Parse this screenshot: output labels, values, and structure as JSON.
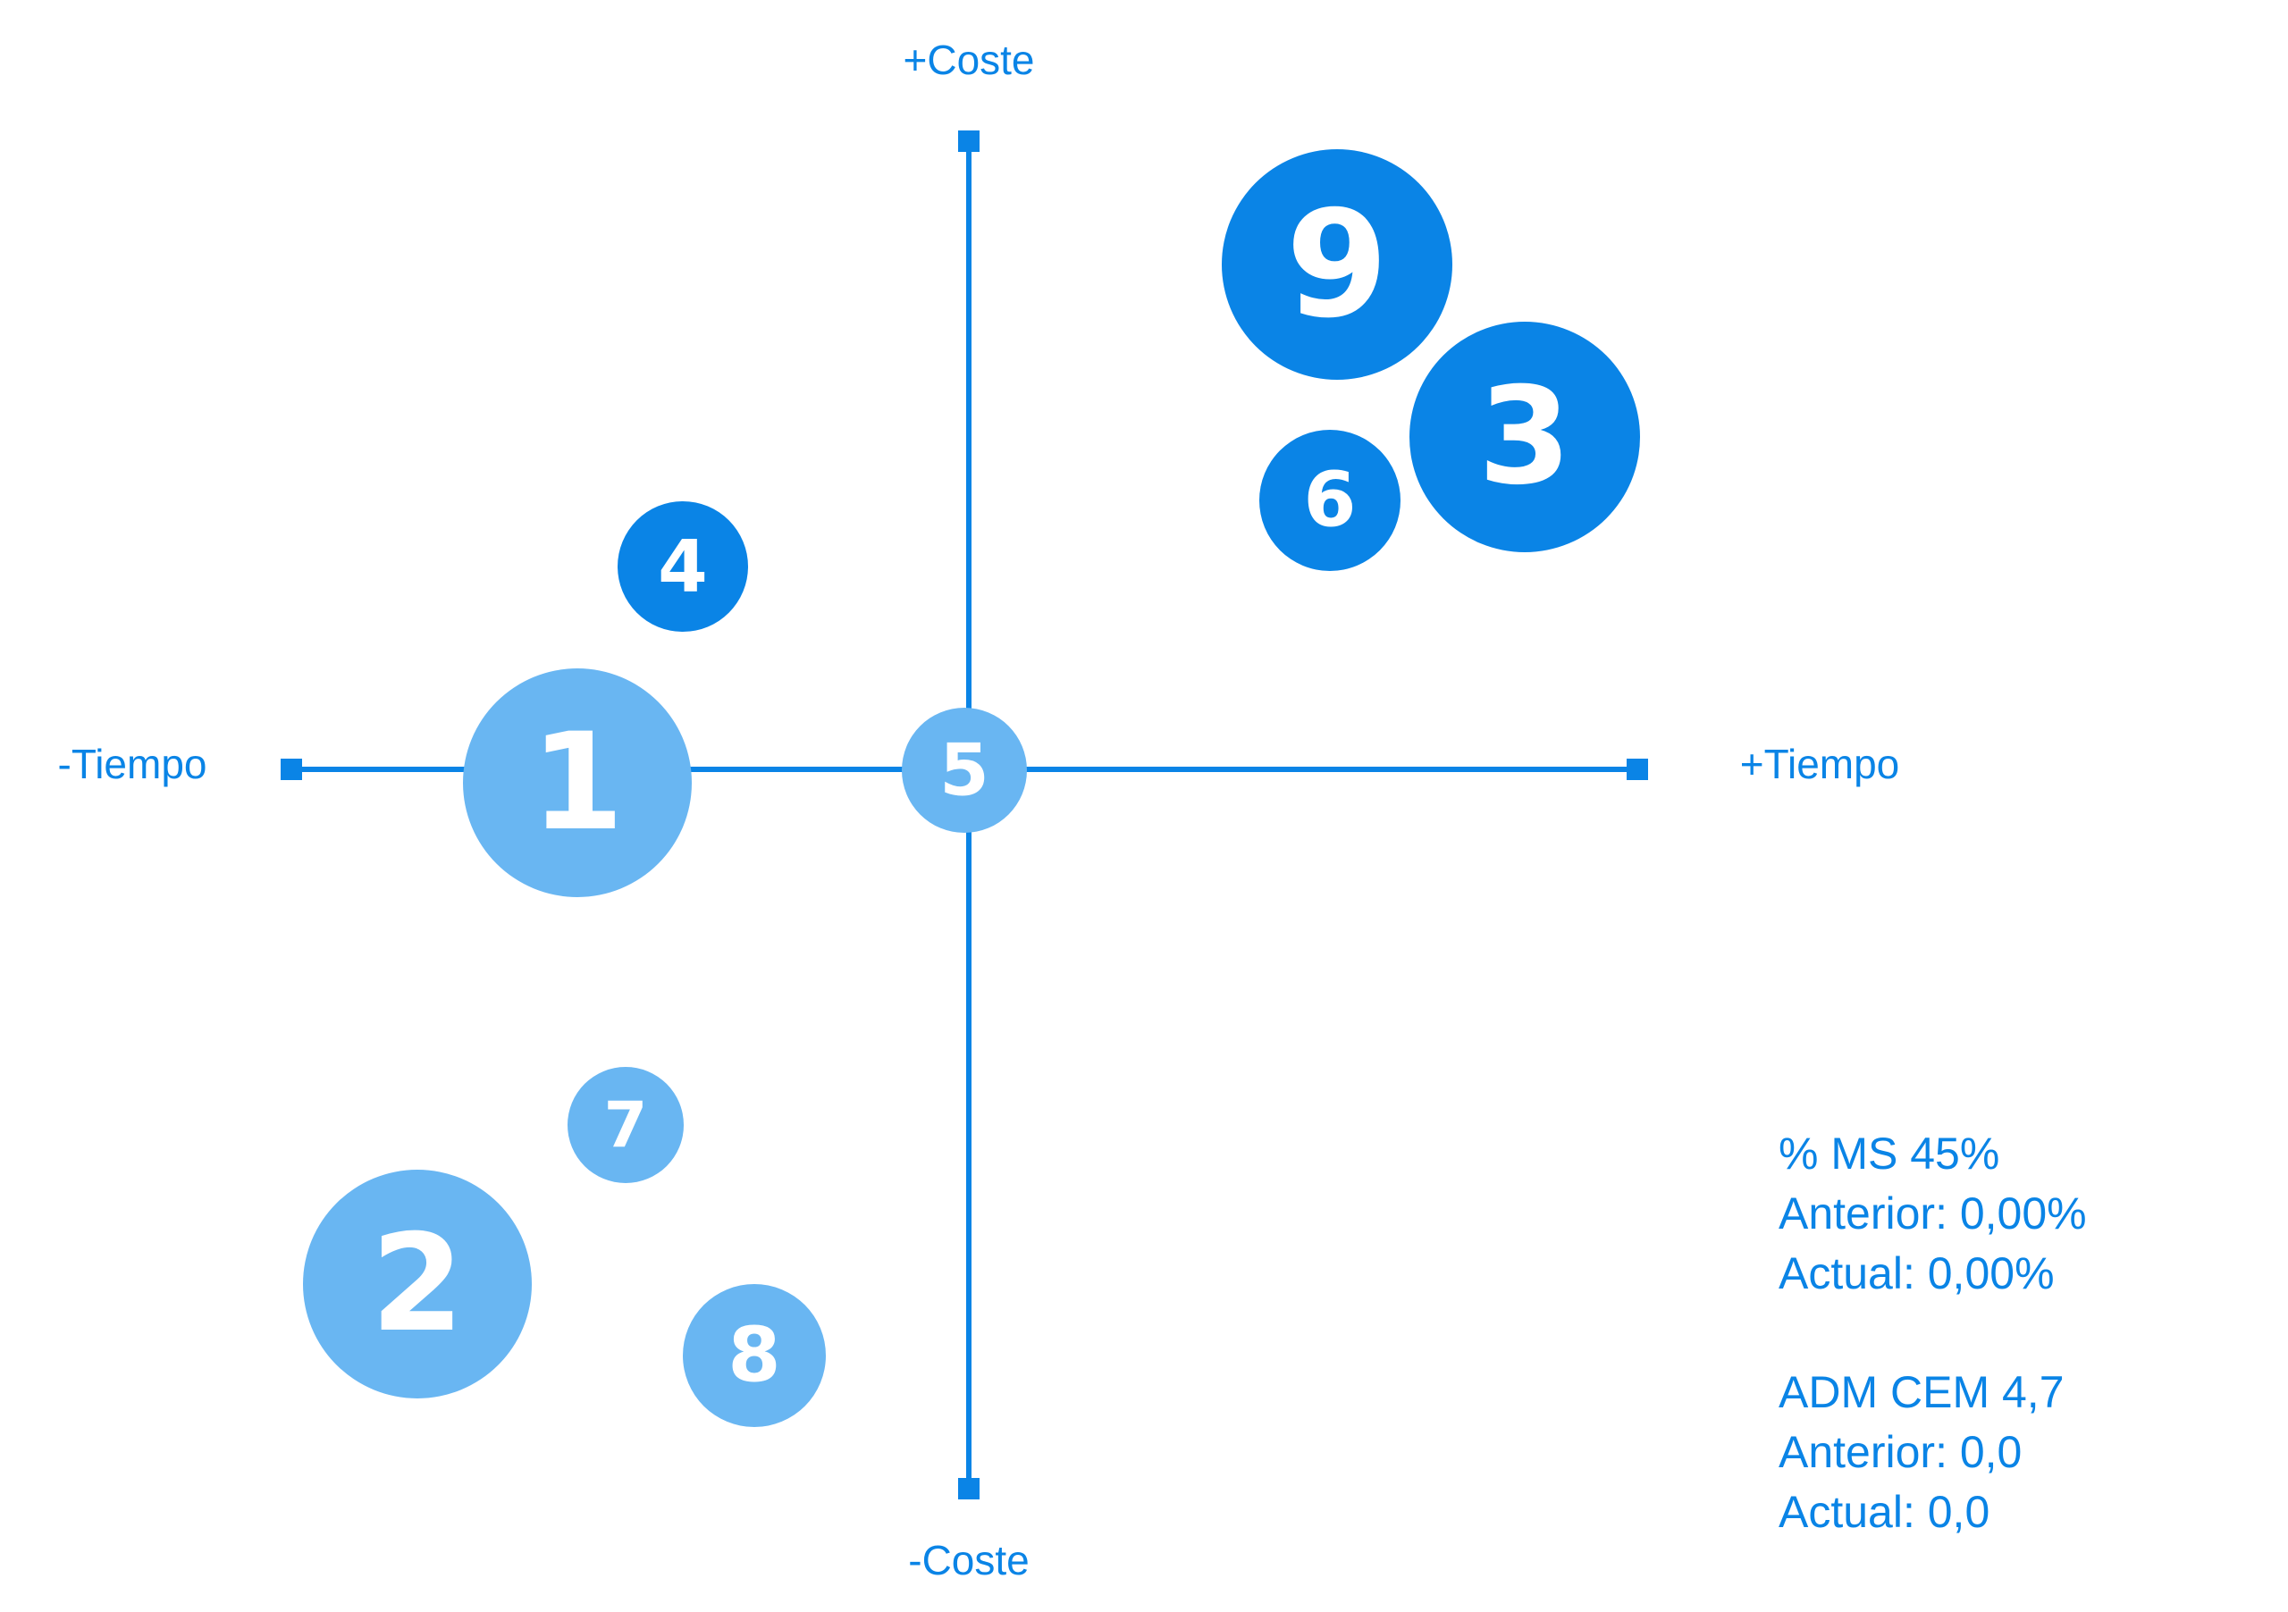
{
  "axes": {
    "top_label": "+Coste",
    "bottom_label": "-Coste",
    "left_label": "-Tiempo",
    "right_label": "+Tiempo"
  },
  "colors": {
    "axis": "#0a84e6",
    "dark_bubble": "#0a84e6",
    "light_bubble": "#69b6f2",
    "text": "#0a84e6"
  },
  "bubbles": [
    {
      "label": "1",
      "style": "light"
    },
    {
      "label": "2",
      "style": "light"
    },
    {
      "label": "3",
      "style": "dark"
    },
    {
      "label": "4",
      "style": "dark"
    },
    {
      "label": "5",
      "style": "light"
    },
    {
      "label": "6",
      "style": "dark"
    },
    {
      "label": "7",
      "style": "light"
    },
    {
      "label": "8",
      "style": "light"
    },
    {
      "label": "9",
      "style": "dark"
    }
  ],
  "info_ms": {
    "title": "% MS 45%",
    "anterior": "Anterior: 0,00%",
    "actual": "Actual: 0,00%"
  },
  "info_adm": {
    "title": "ADM CEM 4,7",
    "anterior": "Anterior: 0,0",
    "actual": "Actual: 0,0"
  }
}
